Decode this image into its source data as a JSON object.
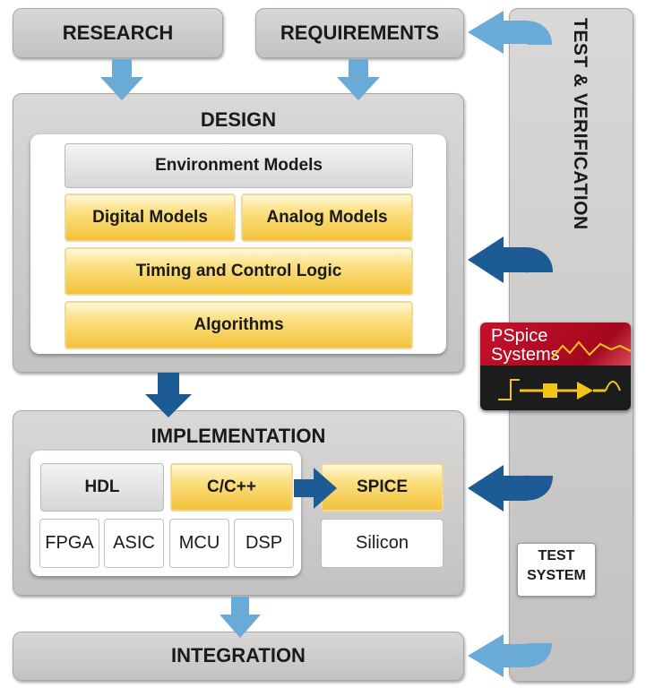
{
  "research": "RESEARCH",
  "requirements": "REQUIREMENTS",
  "design": {
    "title": "DESIGN",
    "environment": "Environment Models",
    "digital": "Digital Models",
    "analog": "Analog Models",
    "timing": "Timing and Control Logic",
    "algorithms": "Algorithms"
  },
  "implementation": {
    "title": "IMPLEMENTATION",
    "hdl": "HDL",
    "c": "C/C++",
    "spice": "SPICE",
    "fpga": "FPGA",
    "asic": "ASIC",
    "mcu": "MCU",
    "dsp": "DSP",
    "silicon": "Silicon"
  },
  "integration": "INTEGRATION",
  "test_verification": "TEST & VERIFICATION",
  "test_system": {
    "line1": "TEST",
    "line2": "SYSTEM"
  },
  "logo": {
    "line1": "PSpice",
    "line2": "Systems"
  },
  "colors": {
    "light_arrow": "#6aaad6",
    "dark_arrow": "#1c5b94",
    "gold": "#f3c23a",
    "logo_red": "#c8102e"
  }
}
